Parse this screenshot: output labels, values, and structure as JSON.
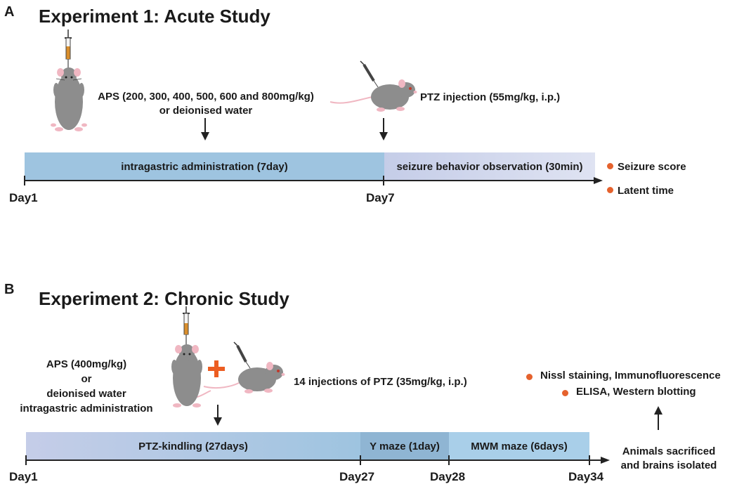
{
  "colors": {
    "bar_blue": "#9ec4e0",
    "bar_lavender": "#c5cde8",
    "bar_steel": "#8fb5d3",
    "bar_light_blue": "#a9cfe9",
    "bullet_orange": "#e5622d",
    "plus_orange": "#ec5d22",
    "mouse_gray": "#8d8d8d"
  },
  "panel_a": {
    "letter": "A",
    "title": "Experiment 1: Acute Study",
    "aps_line1": "APS (200, 300, 400, 500, 600 and 800mg/kg)",
    "aps_line2": "or deionised water",
    "ptz_label": "PTZ injection (55mg/kg, i.p.)",
    "bar1": "intragastric administration (7day)",
    "bar2": "seizure behavior observation (30min)",
    "day_start": "Day1",
    "day_end": "Day7",
    "outcomes": [
      "Seizure score",
      "Latent time"
    ]
  },
  "panel_b": {
    "letter": "B",
    "title": "Experiment 2: Chronic Study",
    "aps_lines": [
      "APS (400mg/kg)",
      "or",
      "deionised water",
      "intragastric administration"
    ],
    "ptz_label": "14 injections of PTZ (35mg/kg, i.p.)",
    "bars": [
      "PTZ-kindling (27days)",
      "Y maze (1day)",
      "MWM maze (6days)"
    ],
    "days": [
      "Day1",
      "Day27",
      "Day28",
      "Day34"
    ],
    "end_label": [
      "Animals sacrificed",
      "and brains isolated"
    ],
    "outcomes": [
      "Nissl staining, Immunofluorescence",
      "ELISA, Western blotting"
    ]
  }
}
